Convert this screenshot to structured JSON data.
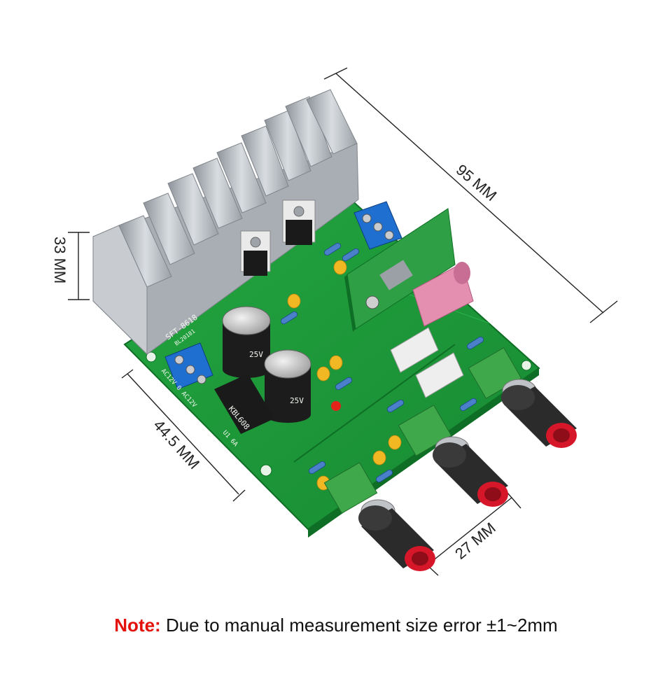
{
  "dimensions": {
    "length": "95 MM",
    "height": "33 MM",
    "width": "44.5 MM",
    "knob_spacing": "27 MM"
  },
  "board_silkscreen": {
    "model": "SFT-8618",
    "version": "BL20181",
    "ac_label": "AC12V 0 AC12V",
    "bridge_label": "KBL608",
    "cap_voltage": "25V",
    "fuse_label": "U1 6A"
  },
  "note": {
    "label": "Note:",
    "text": " Due to manual measurement size error ±1~2mm",
    "label_color": "#e3120b"
  },
  "colors": {
    "pcb": "#1f9e3a",
    "heatsink": "#b9bec4",
    "terminal": "#1f6fd1",
    "audio_jack": "#e58fb0",
    "knob": "#2b2b2b",
    "knob_cap": "#d6172a",
    "pot_body": "#3fa84a"
  }
}
